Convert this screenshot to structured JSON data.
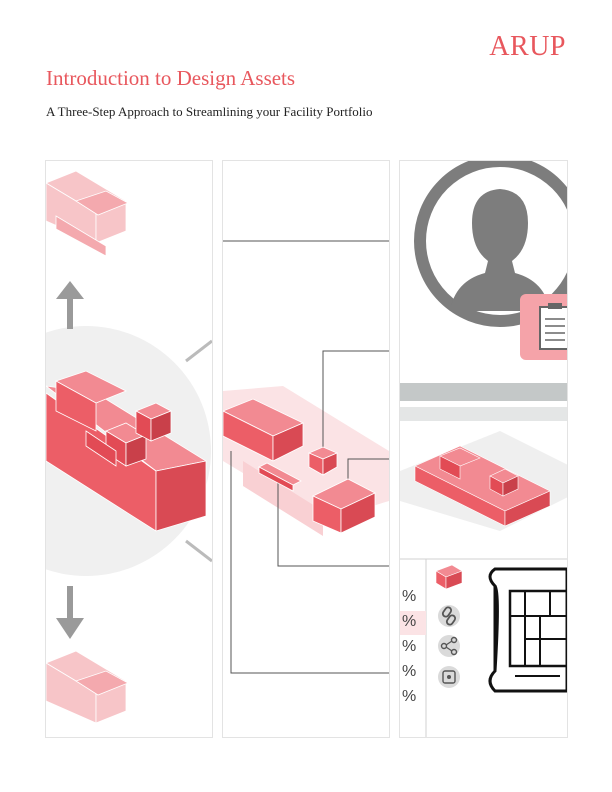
{
  "header": {
    "brand": "ARUP",
    "title": "Introduction to Design Assets",
    "subtitle": "A Three-Step Approach to Streamlining your Facility Portfolio"
  },
  "panel3": {
    "percent_labels": [
      "%",
      "%",
      "%",
      "%",
      "%"
    ],
    "icons": [
      "building-block-icon",
      "link-icon",
      "share-icon",
      "focus-icon"
    ]
  },
  "colors": {
    "accent": "#e8575d",
    "pink_light": "#f7c5c8",
    "gray": "#7d7d7d",
    "gray_light": "#f0f0f0"
  }
}
